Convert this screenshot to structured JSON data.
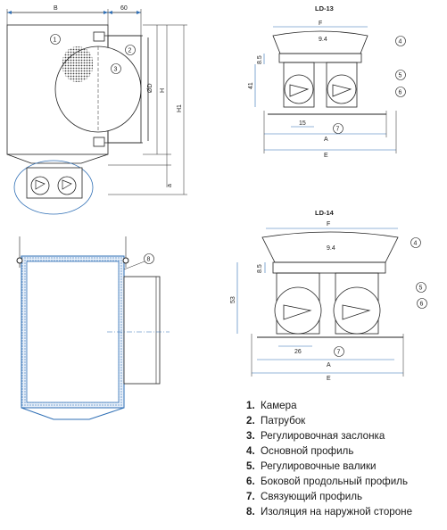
{
  "drawings": {
    "side_view": {
      "dimensions": {
        "top_left": "B",
        "top_right": "60",
        "outlet_diameter": "ØD",
        "height_h": "H",
        "height_h1": "H1",
        "bottom": "a"
      },
      "callouts": [
        "1",
        "2",
        "3"
      ]
    },
    "section_view": {
      "callouts": [
        "8"
      ]
    },
    "ld13": {
      "title": "LD-13",
      "dims": {
        "f": "F",
        "pitch": "9.4",
        "gap": "8.5",
        "height": "41",
        "roller": "15",
        "a": "A",
        "e": "E"
      },
      "callouts": [
        "4",
        "5",
        "6",
        "7"
      ]
    },
    "ld14": {
      "title": "LD-14",
      "dims": {
        "f": "F",
        "pitch": "9.4",
        "gap": "8.5",
        "height": "53",
        "roller": "26",
        "a": "A",
        "e": "E"
      },
      "callouts": [
        "4",
        "5",
        "6",
        "7"
      ]
    }
  },
  "legend": [
    {
      "num": "1.",
      "label": "Камера"
    },
    {
      "num": "2.",
      "label": "Патрубок"
    },
    {
      "num": "3.",
      "label": "Регулировочная заслонка"
    },
    {
      "num": "4.",
      "label": "Основной профиль"
    },
    {
      "num": "5.",
      "label": "Регулировочные валики"
    },
    {
      "num": "6.",
      "label": "Боковой продольный профиль"
    },
    {
      "num": "7.",
      "label": "Связующий профиль"
    },
    {
      "num": "8.",
      "label": "Изоляция на наружной стороне"
    }
  ],
  "colors": {
    "line": "#222222",
    "blue": "#2f6fb5",
    "dim_blue": "#3a6fb0"
  }
}
